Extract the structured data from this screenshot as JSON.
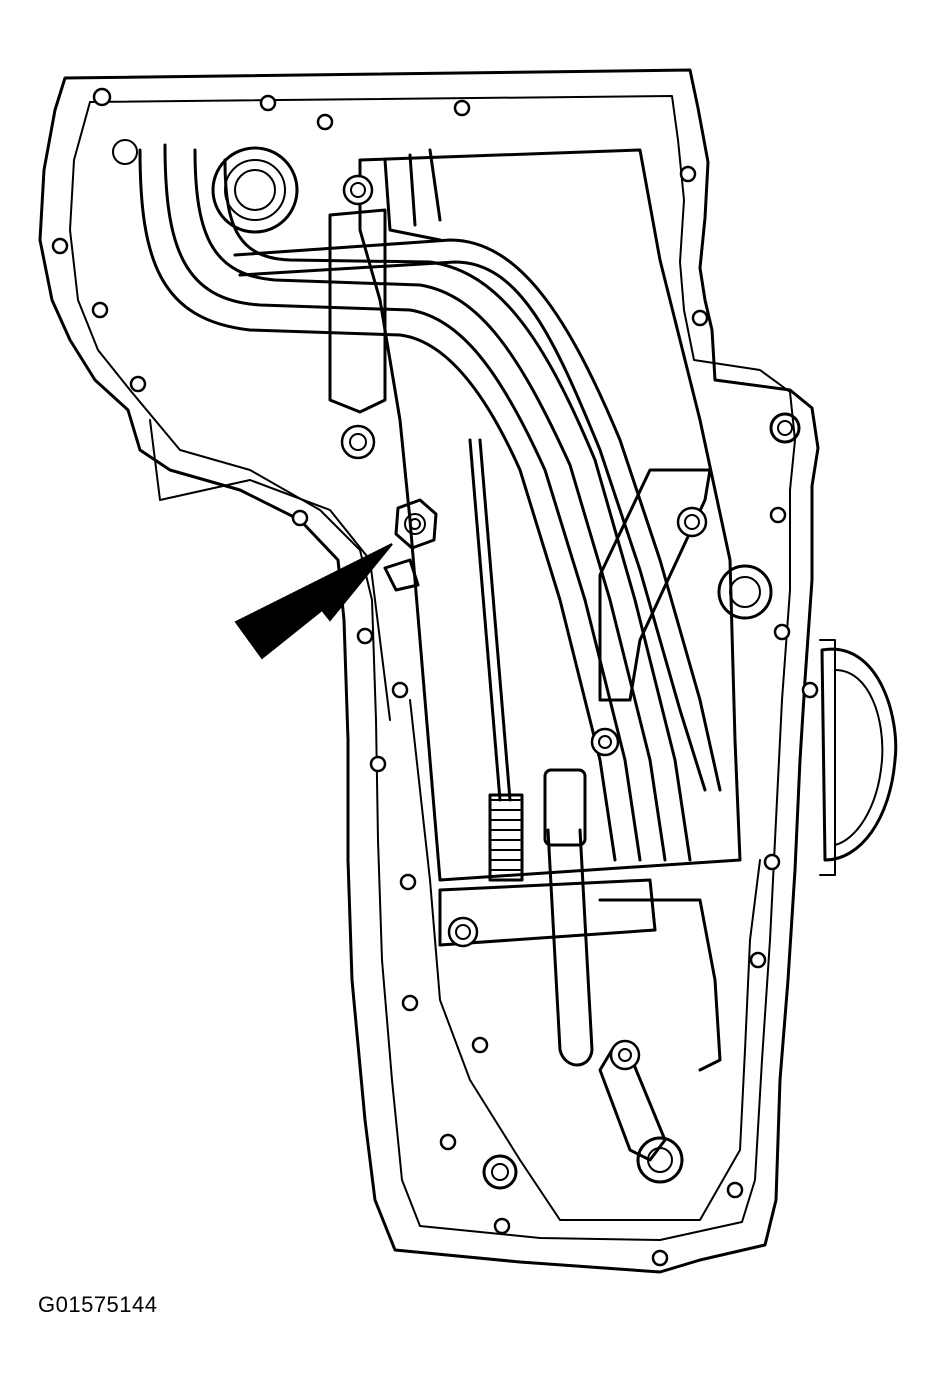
{
  "figure": {
    "code": "G01575144",
    "subject": "transmission-valve-body-with-oil-tubes",
    "callout": "arrow-pointing-to-bolt"
  },
  "colors": {
    "line": "#000000",
    "background": "#ffffff"
  }
}
